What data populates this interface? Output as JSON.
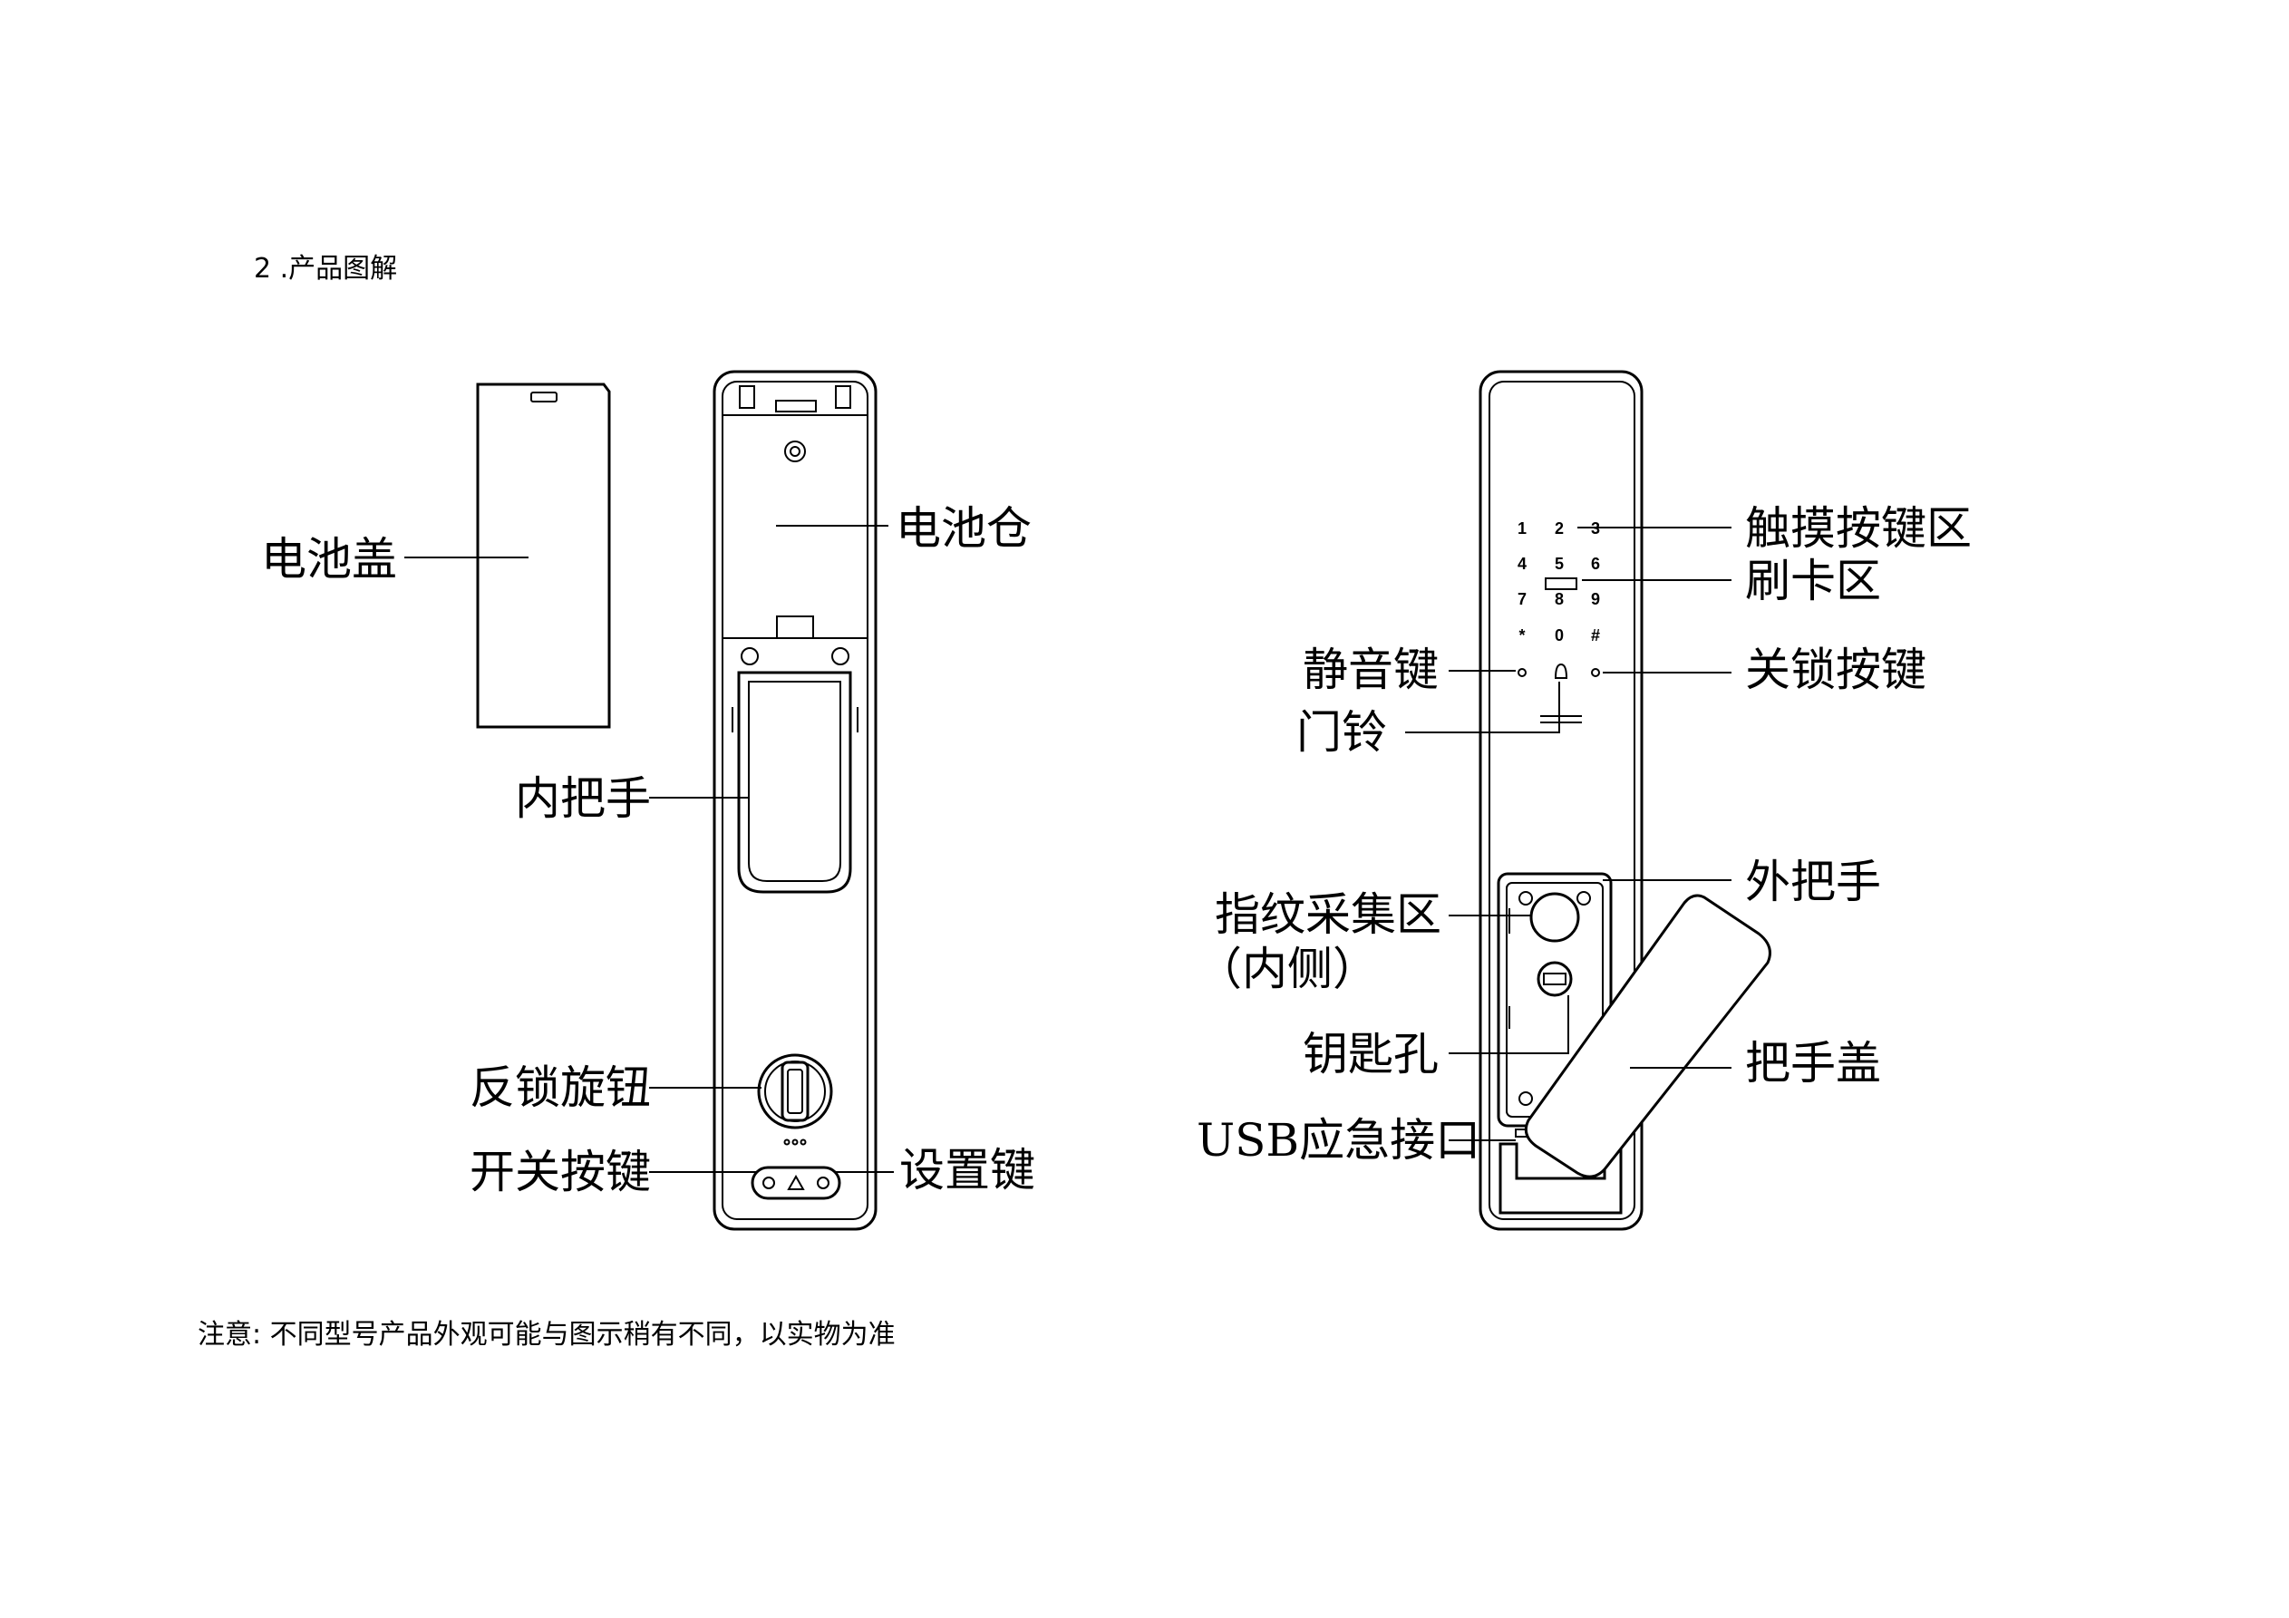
{
  "heading": "2 .产品图解",
  "note": "注意: 不同型号产品外观可能与图示稍有不同，以实物为准",
  "keypad": {
    "keys": [
      "1",
      "2",
      "3",
      "4",
      "5",
      "6",
      "7",
      "8",
      "9",
      "*",
      "0",
      "#"
    ]
  },
  "left_view": {
    "battery_cover": "电池盖",
    "battery_compartment": "电池仓",
    "inner_handle": "内把手",
    "anti_lock_knob": "反锁旋钮",
    "power_switch": "开关按键",
    "settings_key": "设置键"
  },
  "right_view": {
    "touch_keypad_area": "触摸按键区",
    "card_area": "刷卡区",
    "mute_key": "静音键",
    "lock_key": "关锁按键",
    "doorbell": "门铃",
    "outer_handle": "外把手",
    "fingerprint_area": "指纹采集区",
    "fingerprint_area_note": "（内侧）",
    "keyhole": "钥匙孔",
    "handle_cover": "把手盖",
    "usb_port": "USB应急接口"
  }
}
